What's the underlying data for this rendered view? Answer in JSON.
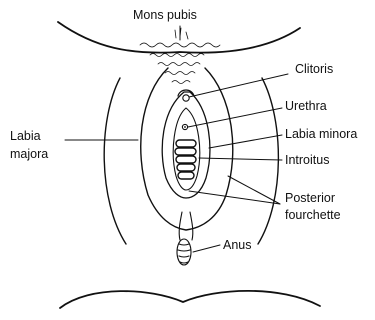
{
  "labels": {
    "mons_pubis": "Mons pubis",
    "clitoris": "Clitoris",
    "urethra": "Urethra",
    "labia_minora": "Labia minora",
    "introitus": "Introitus",
    "posterior_fourchette_line1": "Posterior",
    "posterior_fourchette_line2": "fourchette",
    "anus": "Anus",
    "labia_majora_line1": "Labia",
    "labia_majora_line2": "majora"
  },
  "colors": {
    "ink": "#111111",
    "background": "#ffffff"
  }
}
